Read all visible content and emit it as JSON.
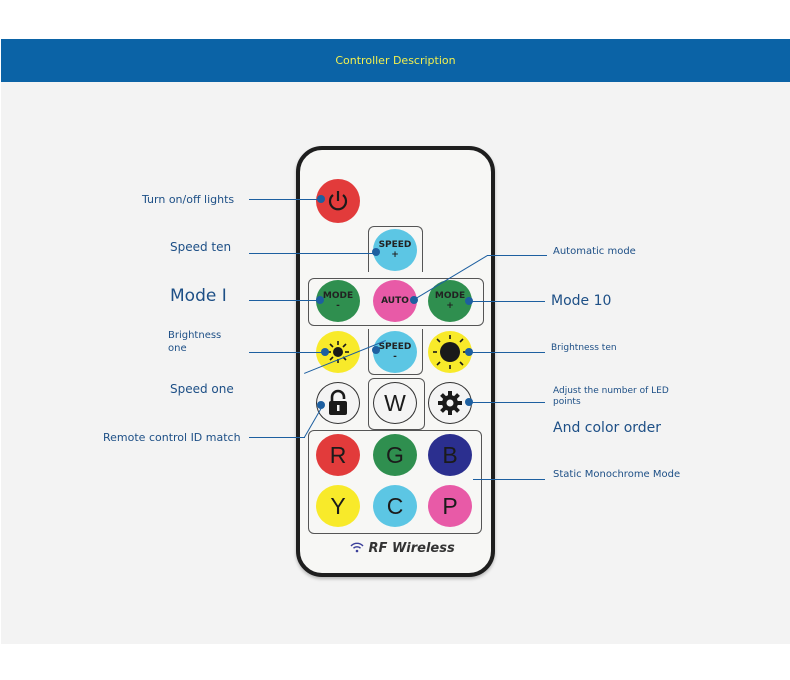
{
  "banner": {
    "title": "Controller Description"
  },
  "remote": {
    "buttons": {
      "power_icon": "power-icon",
      "speed_plus": "SPEED\n+",
      "mode_minus": "MODE\n-",
      "auto": "AUTO",
      "mode_plus": "MODE\n+",
      "brightness_minus_icon": "sun-small-icon",
      "speed_minus": "SPEED\n-",
      "brightness_plus_icon": "sun-large-icon",
      "lock_icon": "lock-icon",
      "w": "W",
      "gear_icon": "gear-icon",
      "r": "R",
      "g": "G",
      "b": "B",
      "y": "Y",
      "c": "C",
      "p": "P"
    },
    "rf_label": "RF Wireless",
    "rf_icon": "wifi-icon"
  },
  "labels": {
    "turn_on_off": "Turn on/off lights",
    "speed_ten": "Speed ten",
    "mode_one": "Mode I",
    "brightness_one": "Brightness\none",
    "speed_one": "Speed one",
    "remote_id": "Remote control ID match",
    "automatic_mode": "Automatic mode",
    "mode_ten": "Mode 10",
    "brightness_ten": "Brightness ten",
    "adjust_led": "Adjust the number of LED\npoints",
    "color_order": "And color order",
    "static_mono": "Static Monochrome Mode"
  },
  "colors": {
    "banner": "#0b63a6",
    "banner_text": "#f3f04f",
    "label": "#1d4f86",
    "red": "#e23b3b",
    "green": "#2f8f4f",
    "blue": "#2b2f8f",
    "yellow": "#f8ea2a",
    "cyan": "#5cc6e4",
    "pink": "#e85aa7"
  }
}
